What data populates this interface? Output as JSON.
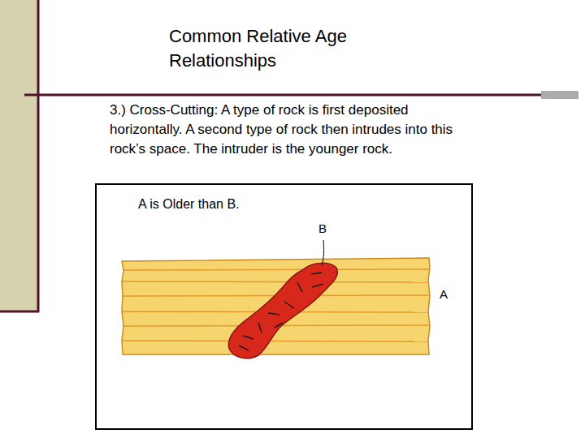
{
  "diagram": {
    "title": "Common Relative Age Relationships",
    "nodes": [
      {
        "text": [
          "A is Older than B."
        ]
      }
    ],
    "labels": [
      "3.) Cross-Cutting: A type of rock is first deposited horizontally. A second type of rock then intrudes into this rock’s space. The intruder is the younger rock.",
      "B",
      "A"
    ]
  }
}
